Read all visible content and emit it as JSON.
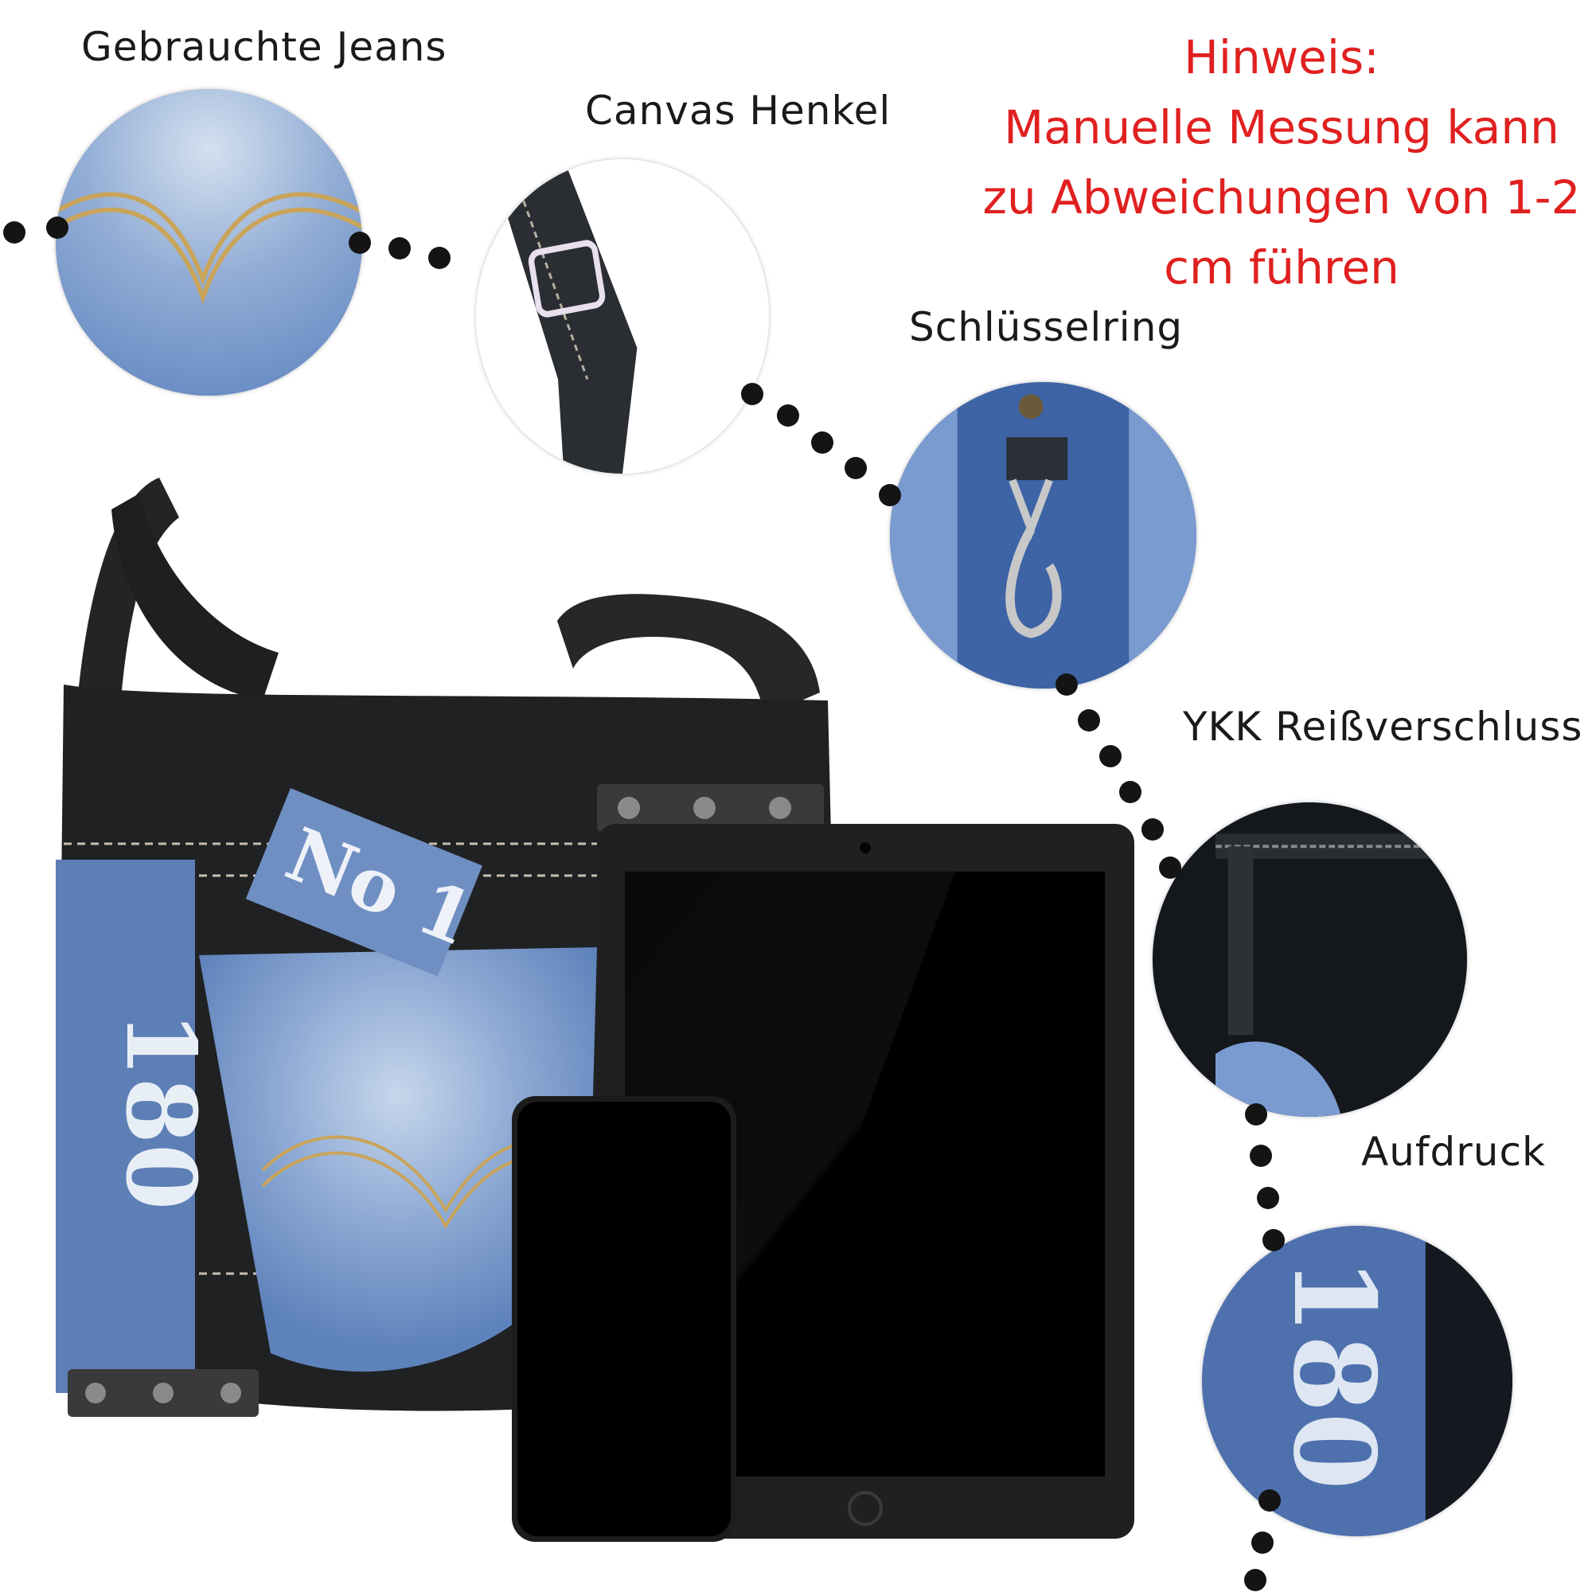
{
  "labels": {
    "jeans": "Gebrauchte Jeans",
    "handle": "Canvas Henkel",
    "keyring": "Schlüsselring",
    "zipper": "YKK Reißverschluss",
    "print": "Aufdruck"
  },
  "note": {
    "title": "Hinweis:",
    "line1": "Manuelle Messung kann",
    "line2": "zu Abweichungen von 1-2",
    "line3": "cm führen"
  },
  "patch_text": "No 1",
  "print_text": "180",
  "colors": {
    "note_red": "#e02020",
    "denim": "#6a8ec4",
    "denim_dark": "#3f5f97",
    "canvas_black": "#1e2022",
    "stitch": "#c9a45a",
    "device": "#202020"
  },
  "icons": {
    "dots": "dotted-connector",
    "tablet": "tablet-icon",
    "phone": "phone-icon"
  }
}
